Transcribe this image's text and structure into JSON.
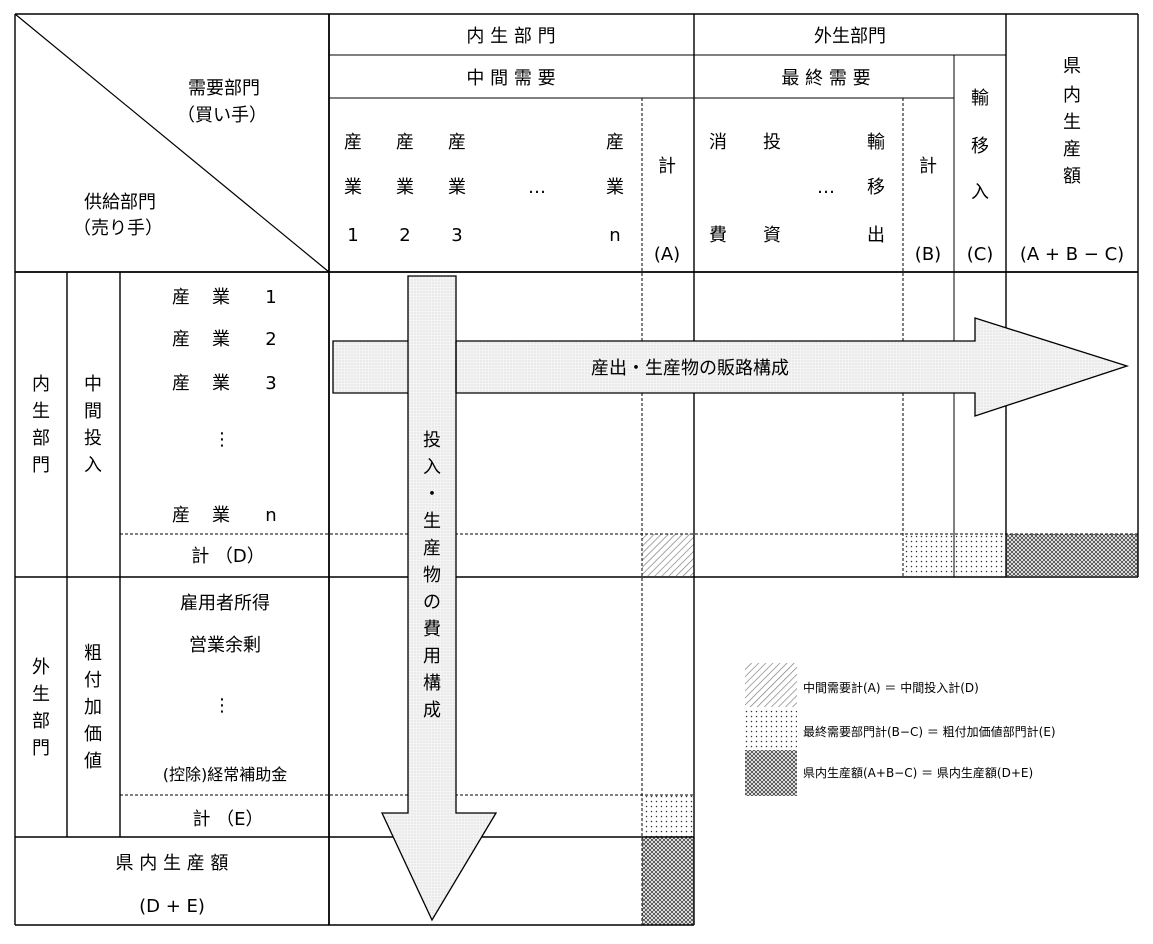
{
  "header": {
    "demand_sector": "需要部門",
    "buyer": "（買い手）",
    "supply_sector": "供給部門",
    "seller": "（売り手）",
    "endogenous_sector": "内 生 部 門",
    "exogenous_sector": "外生部門",
    "intermediate_demand": "中 間 需 要",
    "final_demand": "最 終 需 要",
    "import_char_1": "輸",
    "import_char_2": "移",
    "import_char_3": "入",
    "import_label": "(C)",
    "output_char_1": "県",
    "output_char_2": "内",
    "output_char_3": "生",
    "output_char_4": "産",
    "output_char_5": "額",
    "output_label": "(A + B − C)"
  },
  "industry_columns": [
    {
      "top": "産",
      "mid": "業",
      "num": "1"
    },
    {
      "top": "産",
      "mid": "業",
      "num": "2"
    },
    {
      "top": "産",
      "mid": "業",
      "num": "3"
    },
    {
      "top": "産",
      "mid": "業",
      "num": "n"
    }
  ],
  "column_ellipsis": "…",
  "total_a": {
    "char": "計",
    "label": "(A)"
  },
  "final_columns": [
    {
      "top": "消",
      "bottom": "費"
    },
    {
      "top": "投",
      "bottom": "資"
    },
    {
      "top": "輸",
      "mid": "移",
      "bottom": "出"
    }
  ],
  "final_ellipsis": "…",
  "total_b": {
    "char": "計",
    "label": "(B)"
  },
  "rows": {
    "endogenous_chars": [
      "内",
      "生",
      "部",
      "門"
    ],
    "intermediate_input_chars": [
      "中",
      "間",
      "投",
      "入"
    ],
    "industries": [
      {
        "a": "産",
        "b": "業",
        "n": "1"
      },
      {
        "a": "産",
        "b": "業",
        "n": "2"
      },
      {
        "a": "産",
        "b": "業",
        "n": "3"
      },
      {
        "a": "産",
        "b": "業",
        "n": "n"
      }
    ],
    "row_ellipsis": "⋮",
    "total_d": "計 （D）",
    "exogenous_chars": [
      "外",
      "生",
      "部",
      "門"
    ],
    "value_added_chars": [
      "粗",
      "付",
      "加",
      "価",
      "値"
    ],
    "compensation": "雇用者所得",
    "operating_surplus": "営業余剰",
    "subsidies": "(控除)経常補助金",
    "total_e": "計 （E）",
    "output_row": "県 内 生 産 額",
    "output_row_label": "(D + E)"
  },
  "arrows": {
    "horizontal_label": "産出・生産物の販路構成",
    "vertical_chars": [
      "投",
      "入",
      "・",
      "生",
      "産",
      "物",
      "の",
      "費",
      "用",
      "構",
      "成"
    ]
  },
  "legend": [
    {
      "pattern": "hatch",
      "text": "中間需要計(A) ＝ 中間投入計(D)"
    },
    {
      "pattern": "dots",
      "text": "最終需要部門計(B−C) ＝ 粗付加価値部門計(E)"
    },
    {
      "pattern": "cross",
      "text": "県内生産額(A+B−C) ＝ 県内生産額(D+E)"
    }
  ]
}
